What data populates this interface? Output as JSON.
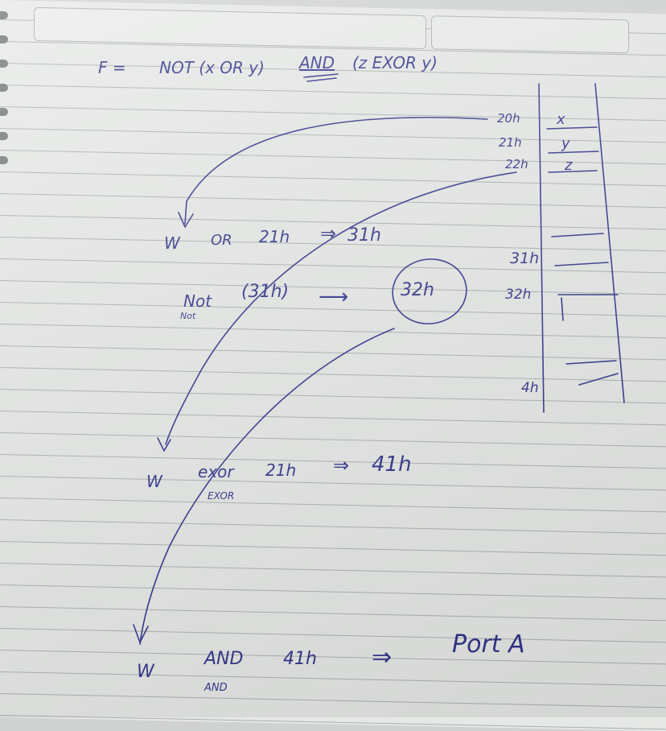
{
  "equation": {
    "lhs": "F =",
    "not_part": "NOT (x OR y)",
    "and_part": "AND",
    "exor_part": "(z EXOR y)"
  },
  "memory": {
    "labels": [
      "20h",
      "21h",
      "22h",
      "31h",
      "32h",
      "4h"
    ],
    "values": [
      "x",
      "y",
      "z"
    ]
  },
  "steps": {
    "step1": {
      "reg": "W",
      "op": "OR",
      "operand": "21h",
      "arrow": "⇒",
      "dest": "31h"
    },
    "step2": {
      "op": "Not",
      "op_note": "Not",
      "operand": "(31h)",
      "arrow": "⟶",
      "dest": "32h"
    },
    "step3": {
      "reg": "W",
      "op": "exor",
      "op_note": "EXOR",
      "operand": "21h",
      "arrow": "⇒",
      "dest": "41h"
    },
    "step4": {
      "reg": "W",
      "op": "AND",
      "op_note": "AND",
      "operand": "41h",
      "arrow": "⇒",
      "dest": "Port A"
    }
  },
  "colors": {
    "ink": "#2a2d86",
    "paper": "#e6e8e6",
    "rule": "#a9b0ad"
  }
}
